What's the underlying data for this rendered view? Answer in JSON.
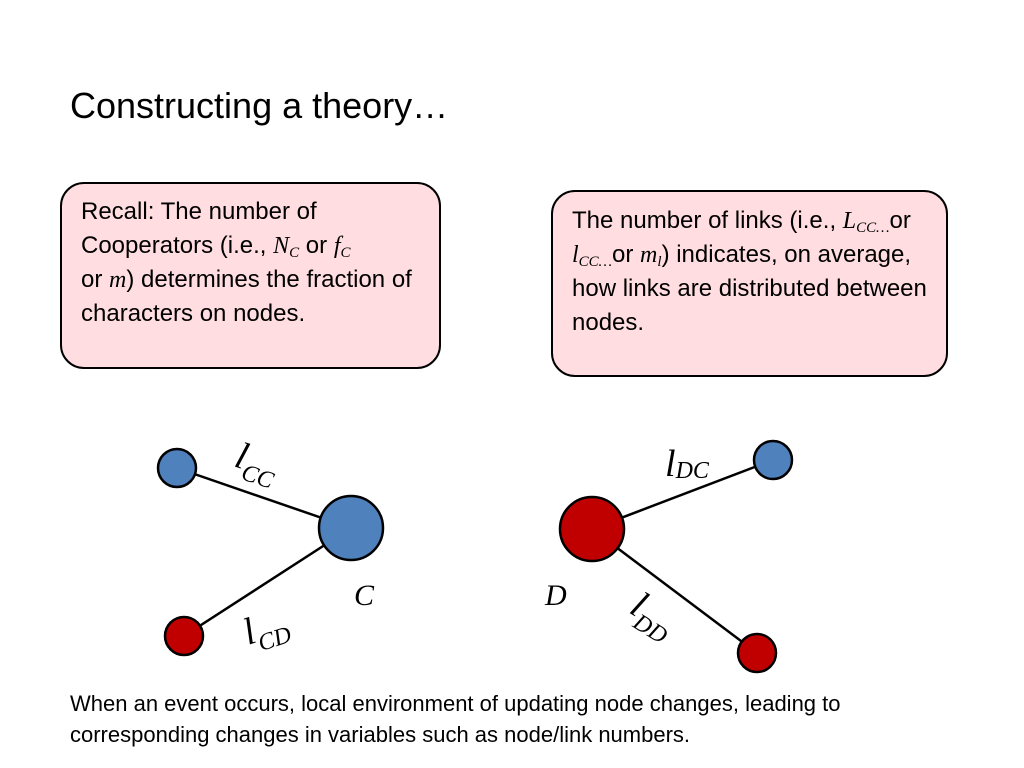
{
  "title": "Constructing a theory…",
  "callout_left": {
    "text_1": "Recall: The number of Cooperators (i.e., ",
    "sym_1_base": "N",
    "sym_1_sub": "C",
    "text_2": " or ",
    "sym_2_base": "f",
    "sym_2_sub": "C",
    "text_3": " or ",
    "sym_3": "m",
    "text_4": ") determines the fraction of characters on nodes."
  },
  "callout_right": {
    "text_1": "The number of links (i.e., ",
    "sym_1_base": "L",
    "sym_1_sub": "CC…",
    "text_2": "or ",
    "sym_2_base": "l",
    "sym_2_sub": "CC…",
    "text_3": "or ",
    "sym_3_base": "m",
    "sym_3_sub": "l",
    "text_4": ") indicates, on average, how links are distributed between nodes."
  },
  "diagram": {
    "colors": {
      "cooperator_fill": "#4f81bd",
      "defector_fill": "#c00000",
      "stroke": "#000000",
      "callout_fill": "#ffdde0"
    },
    "node_c_label": "C",
    "node_d_label": "D",
    "links": {
      "l_cc": {
        "base": "l",
        "sub": "CC"
      },
      "l_cd": {
        "base": "l",
        "sub": "CD"
      },
      "l_dc": {
        "base": "l",
        "sub": "DC"
      },
      "l_dd": {
        "base": "l",
        "sub": "DD"
      }
    }
  },
  "footer": "When an event occurs, local environment of updating node changes, leading to corresponding changes in variables such as node/link numbers."
}
